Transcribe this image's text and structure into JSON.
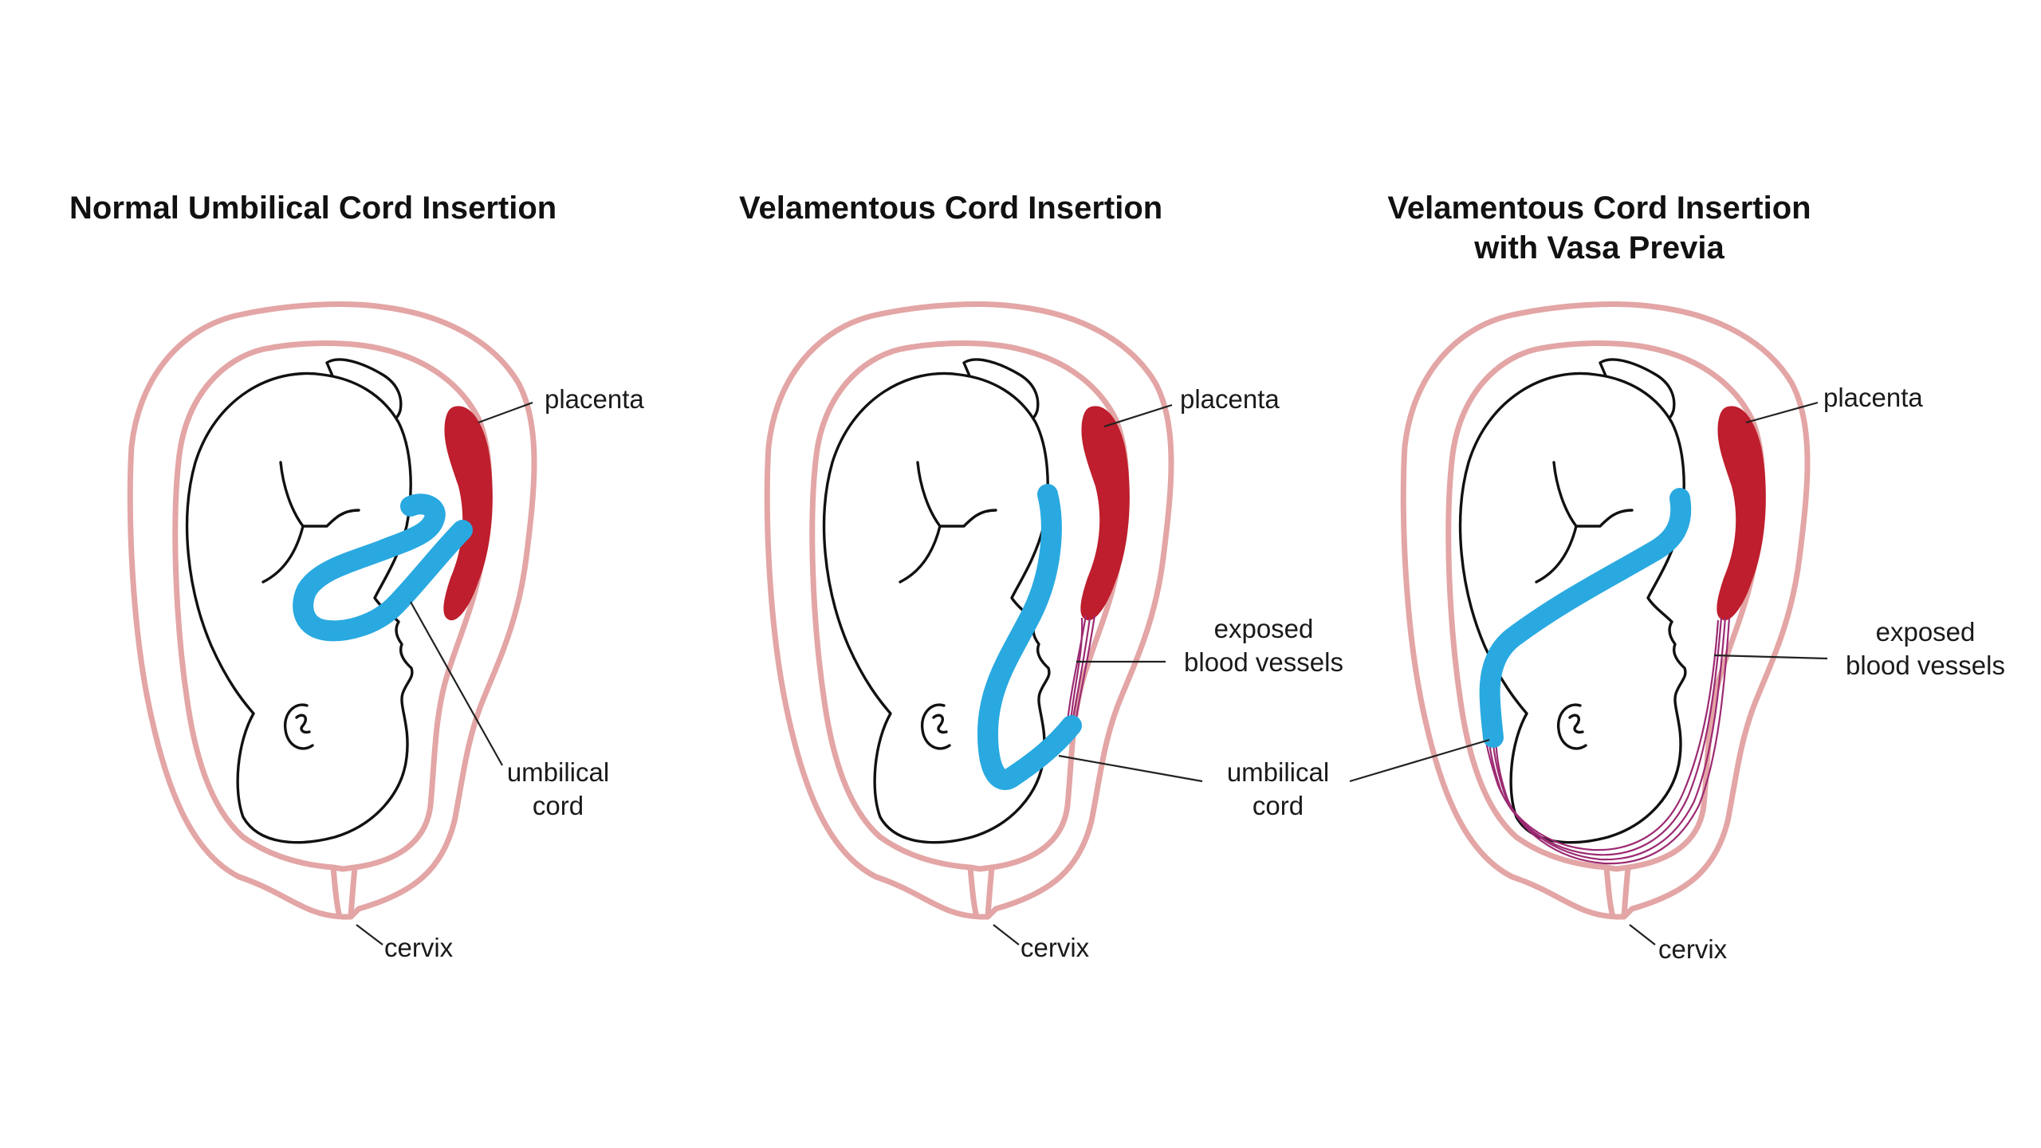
{
  "figure": {
    "colors": {
      "placenta": "#BE1E2D",
      "umbilical_cord": "#29A9E0",
      "uterus_wall": "#E3A5A5",
      "exposed_vessels": "#9C2A72",
      "outline": "#111111"
    },
    "panels": [
      {
        "title_lines": [
          "Normal Umbilical Cord Insertion"
        ],
        "labels": {
          "placenta": "placenta",
          "umbilical_cord": [
            "umbilical",
            "cord"
          ],
          "cervix": "cervix"
        }
      },
      {
        "title_lines": [
          "Velamentous Cord Insertion"
        ],
        "labels": {
          "placenta": "placenta",
          "exposed_blood_vessels": [
            "exposed",
            "blood vessels"
          ],
          "umbilical_cord": [
            "umbilical",
            "cord"
          ],
          "cervix": "cervix"
        }
      },
      {
        "title_lines": [
          "Velamentous Cord Insertion",
          "with Vasa Previa"
        ],
        "labels": {
          "placenta": "placenta",
          "exposed_blood_vessels": [
            "exposed",
            "blood vessels"
          ],
          "cervix": "cervix"
        }
      }
    ]
  }
}
